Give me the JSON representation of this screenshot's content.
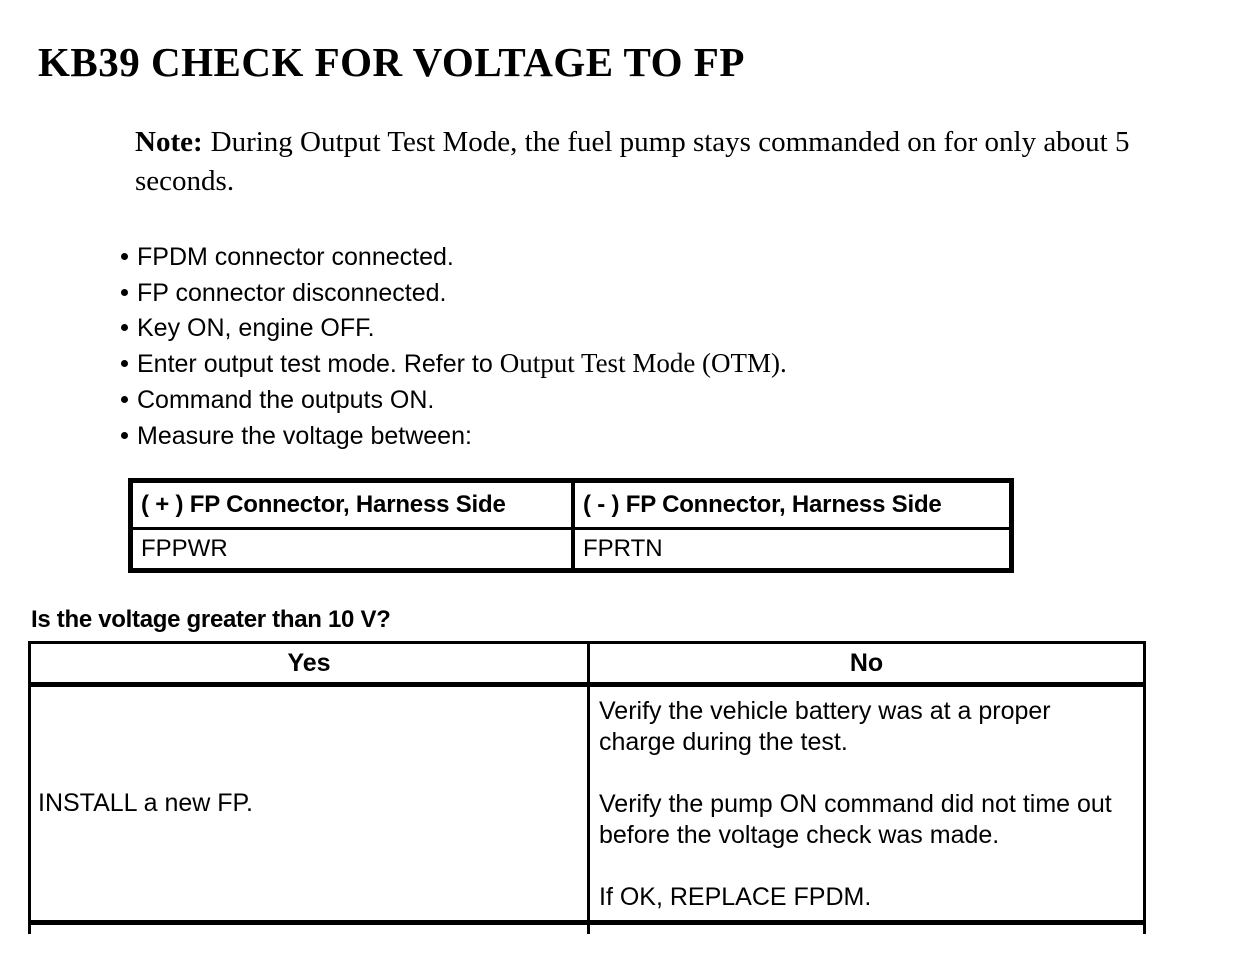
{
  "colors": {
    "ink": "#000000",
    "paper": "#ffffff"
  },
  "doc": {
    "title": "KB39 CHECK FOR VOLTAGE TO FP",
    "note_label": "Note:",
    "note_text": "During Output Test Mode, the fuel pump stays commanded on for only about 5 seconds.",
    "bullets": [
      {
        "text": "FPDM connector connected."
      },
      {
        "text": "FP connector disconnected."
      },
      {
        "text": "Key ON, engine OFF."
      },
      {
        "text": "Enter output test mode. Refer to ",
        "ref": "Output Test Mode (OTM)."
      },
      {
        "text": "Command the outputs ON."
      },
      {
        "text": "Measure the voltage between:"
      }
    ],
    "question": "Is the voltage greater than 10 V?"
  },
  "measure_table": {
    "headers": [
      "( + ) FP Connector, Harness Side",
      "( - ) FP Connector, Harness Side"
    ],
    "row": [
      "FPPWR",
      "FPRTN"
    ]
  },
  "decision_table": {
    "headers": [
      "Yes",
      "No"
    ],
    "yes_action": "INSTALL a new FP.",
    "no_actions": [
      "Verify the vehicle battery was at a proper charge during the test.",
      "Verify the pump ON command did not time out before the voltage check was made.",
      "If OK, REPLACE FPDM."
    ]
  }
}
